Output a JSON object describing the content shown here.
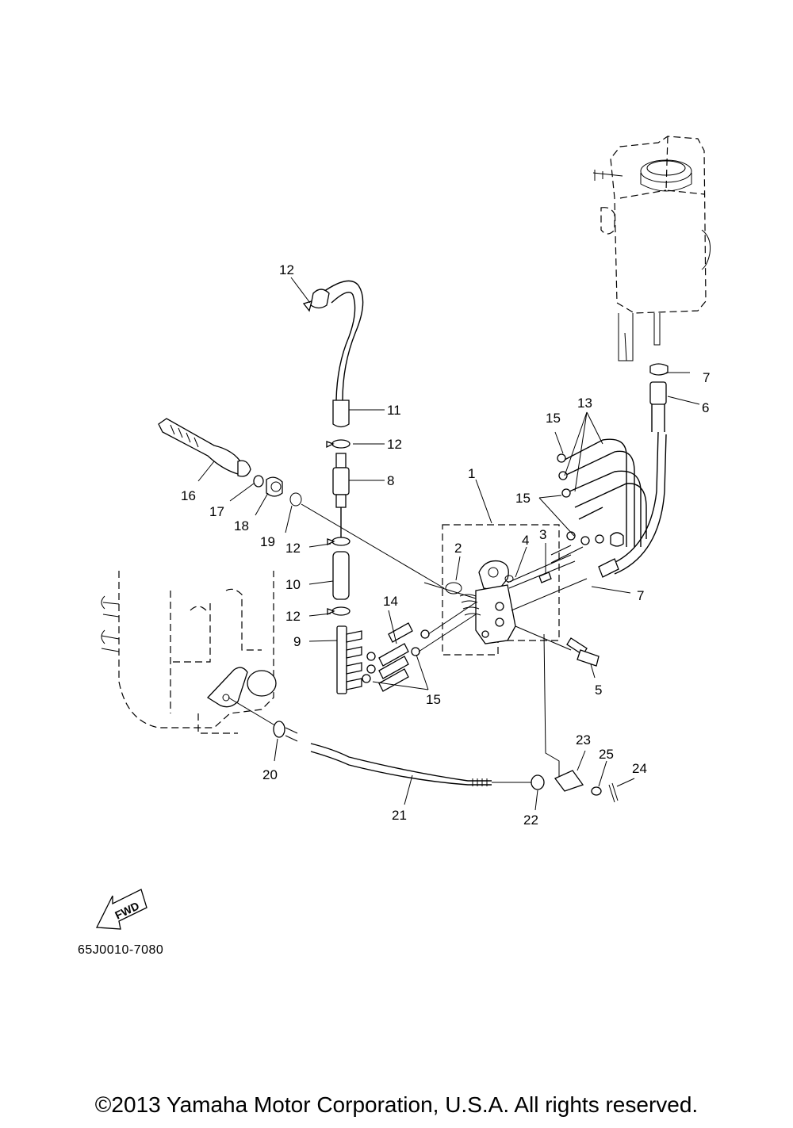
{
  "callouts": {
    "c1": "1",
    "c2": "2",
    "c3": "3",
    "c4": "4",
    "c5": "5",
    "c6": "6",
    "c7a": "7",
    "c7b": "7",
    "c8": "8",
    "c9": "9",
    "c10": "10",
    "c11": "11",
    "c12a": "12",
    "c12b": "12",
    "c12c": "12",
    "c12d": "12",
    "c13": "13",
    "c14": "14",
    "c15a": "15",
    "c15b": "15",
    "c15c": "15",
    "c16": "16",
    "c17": "17",
    "c18": "18",
    "c19": "19",
    "c20": "20",
    "c21": "21",
    "c22": "22",
    "c23": "23",
    "c24": "24",
    "c25": "25"
  },
  "fwd_label": "FWD",
  "drawing_number": "65J0010-7080",
  "copyright": "©2013 Yamaha Motor Corporation, U.S.A. All rights reserved."
}
